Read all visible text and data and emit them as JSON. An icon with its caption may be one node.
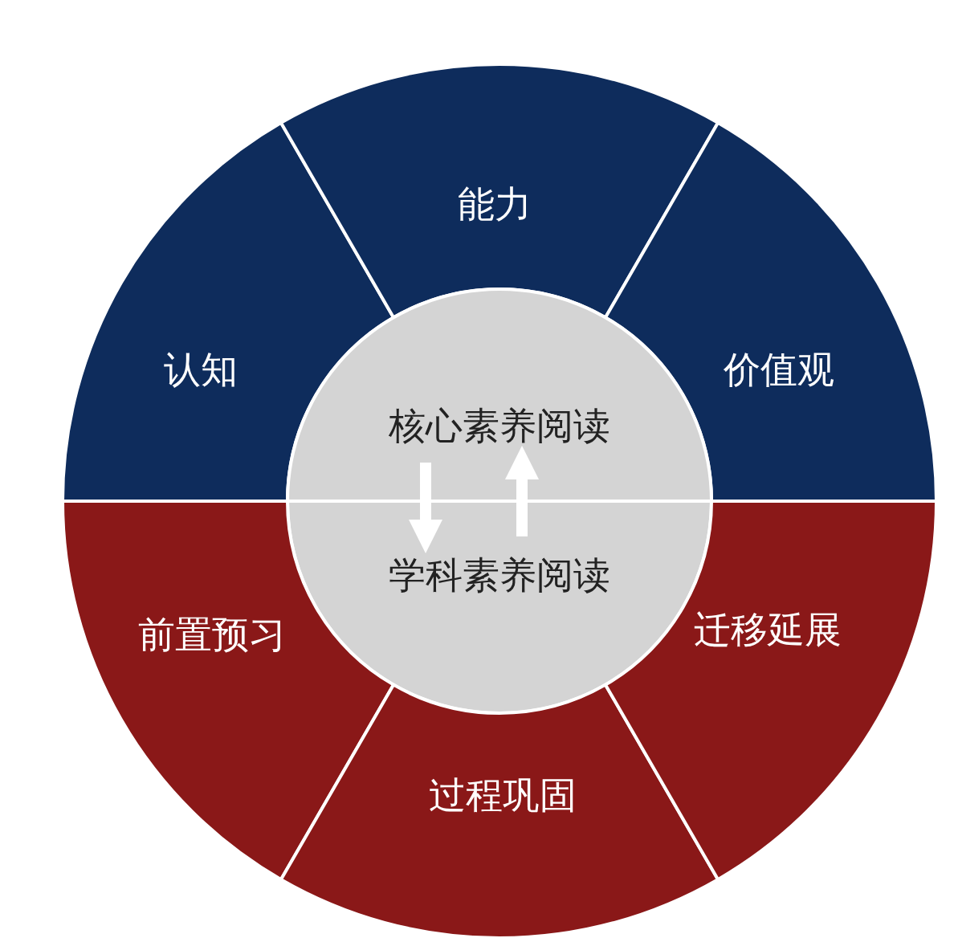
{
  "diagram": {
    "nodes": [
      {
        "text": [
          "认知"
        ]
      },
      {
        "text": [
          "能力"
        ]
      },
      {
        "text": [
          "价值观"
        ]
      },
      {
        "text": [
          "核心素养阅读"
        ]
      },
      {
        "text": [
          "学科素养阅读"
        ]
      },
      {
        "text": [
          "前置预习"
        ]
      },
      {
        "text": [
          "过程巩固"
        ]
      },
      {
        "text": [
          "迁移延展"
        ]
      }
    ],
    "edges": [
      {
        "from": 3,
        "to": 4,
        "arrow": "to"
      },
      {
        "from": 4,
        "to": 3,
        "arrow": "to"
      }
    ]
  }
}
